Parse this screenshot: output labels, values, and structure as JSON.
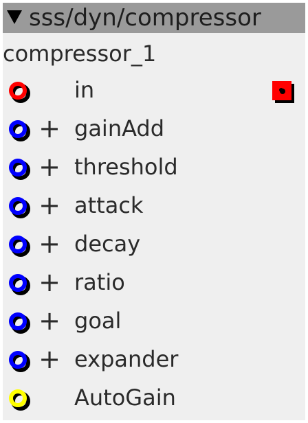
{
  "header": {
    "collapse_icon": "triangle-down-icon",
    "path": "sss/dyn/compressor"
  },
  "node": {
    "name": "compressor_1"
  },
  "ports": [
    {
      "label": "in",
      "color": "#ff0000",
      "has_plus": false,
      "has_output": true
    },
    {
      "label": "gainAdd",
      "color": "#0000ff",
      "has_plus": true,
      "has_output": false
    },
    {
      "label": "threshold",
      "color": "#0000ff",
      "has_plus": true,
      "has_output": false
    },
    {
      "label": "attack",
      "color": "#0000ff",
      "has_plus": true,
      "has_output": false
    },
    {
      "label": "decay",
      "color": "#0000ff",
      "has_plus": true,
      "has_output": false
    },
    {
      "label": "ratio",
      "color": "#0000ff",
      "has_plus": true,
      "has_output": false
    },
    {
      "label": "goal",
      "color": "#0000ff",
      "has_plus": true,
      "has_output": false
    },
    {
      "label": "expander",
      "color": "#0000ff",
      "has_plus": true,
      "has_output": false
    },
    {
      "label": "AutoGain",
      "color": "#ffff00",
      "has_plus": false,
      "has_output": false
    }
  ],
  "plus_symbol": "+",
  "output_color": "#ff0000"
}
